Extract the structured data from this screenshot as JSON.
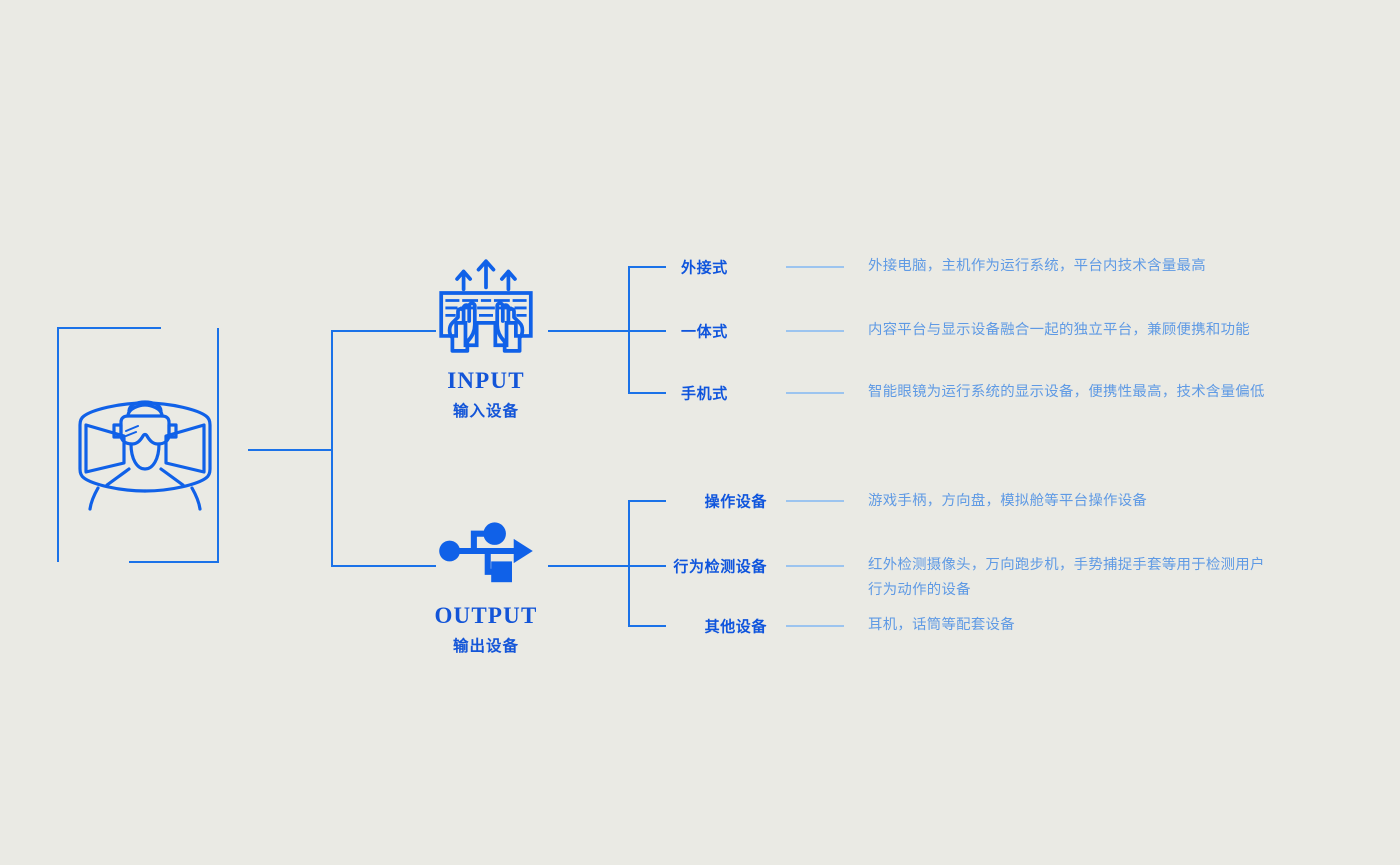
{
  "theme": {
    "background": "#eaeae4",
    "line_color": "#1b72e8",
    "label_color": "#0f55dd",
    "desc_color": "#5f9ae4",
    "link_color": "#9cc4ef"
  },
  "root": {
    "icon": "vr-headset-person-icon",
    "label": ""
  },
  "categories": [
    {
      "id": "input",
      "icon": "hands-keyboard-input-icon",
      "title": "INPUT",
      "subtitle": "输入设备",
      "items": [
        {
          "label": "外接式",
          "description": "外接电脑，主机作为运行系统，平台内技术含量最高"
        },
        {
          "label": "一体式",
          "description": "内容平台与显示设备融合一起的独立平台，兼顾便携和功能"
        },
        {
          "label": "手机式",
          "description": "智能眼镜为运行系统的显示设备，便携性最高，技术含量偏低"
        }
      ]
    },
    {
      "id": "output",
      "icon": "usb-output-icon",
      "title": "OUTPUT",
      "subtitle": "输出设备",
      "items": [
        {
          "label": "操作设备",
          "description": "游戏手柄，方向盘，模拟舱等平台操作设备"
        },
        {
          "label": "行为检测设备",
          "description": "红外检测摄像头，万向跑步机，手势捕捉手套等用于检测用户\n行为动作的设备"
        },
        {
          "label": "其他设备",
          "description": "耳机，话筒等配套设备"
        }
      ]
    }
  ]
}
